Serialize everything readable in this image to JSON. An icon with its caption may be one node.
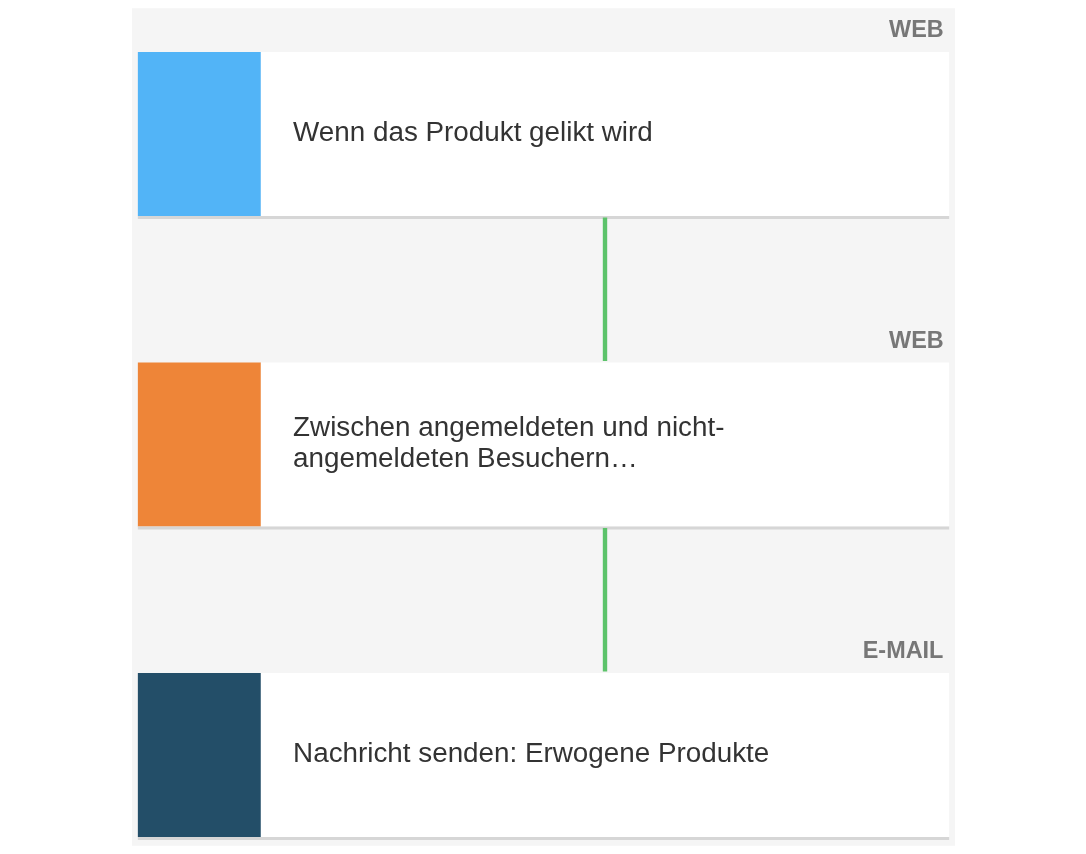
{
  "diagram": {
    "nodes": [
      {
        "text": [
          "Wenn das Produkt gelikt wird"
        ],
        "beside": [
          "WEB"
        ]
      },
      {
        "text": [
          "Zwischen angemeldeten und nicht-angemeldeten Besuchern…"
        ],
        "beside": [
          "WEB"
        ]
      },
      {
        "text": [
          "Nachricht senden: Erwogene Produkte"
        ],
        "beside": [
          "E-MAIL"
        ]
      }
    ],
    "edges": [
      {
        "from": 0,
        "to": 1,
        "arrow": "none"
      },
      {
        "from": 1,
        "to": 2,
        "arrow": "none"
      }
    ]
  }
}
